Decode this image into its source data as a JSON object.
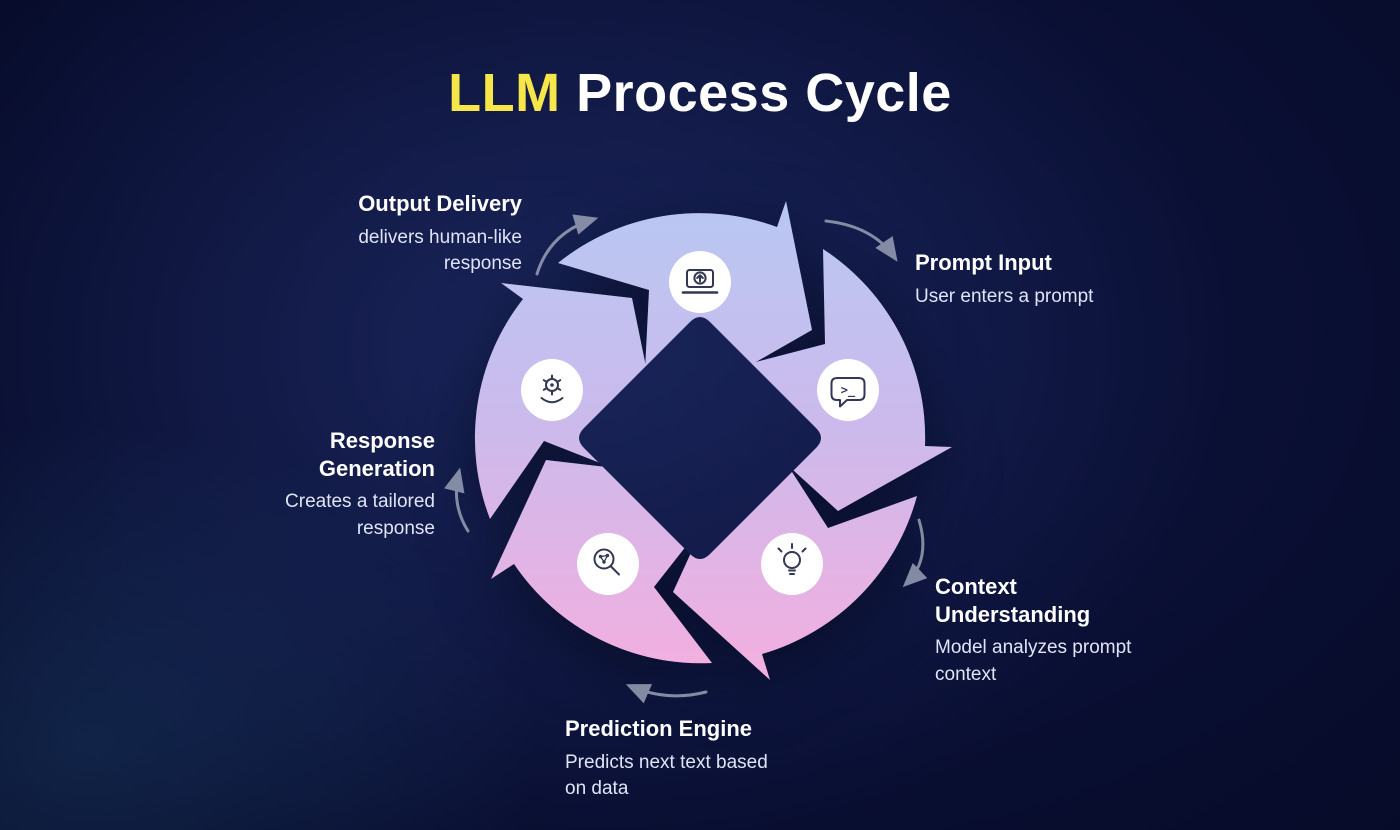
{
  "title": {
    "highlight": "LLM",
    "rest": " Process Cycle"
  },
  "stages": [
    {
      "name": "Prompt Input",
      "description": "User enters a prompt",
      "icon": "chat-prompt-icon",
      "icon_glyph": "&gt;_"
    },
    {
      "name": "Context Understanding",
      "description": "Model analyzes prompt context",
      "icon": "lightbulb-icon"
    },
    {
      "name": "Prediction Engine",
      "description": "Predicts next text based on data",
      "icon": "magnifier-network-icon"
    },
    {
      "name": "Response Generation",
      "description": "Creates a tailored response",
      "icon": "gear-hand-icon"
    },
    {
      "name": "Output Delivery",
      "description": "delivers human-like response",
      "icon": "laptop-upload-icon"
    }
  ],
  "colors": {
    "background": "#070c28",
    "title_highlight": "#f7e64a",
    "title_text": "#ffffff",
    "ring_gradient_top": "#b9c7f2",
    "ring_gradient_bottom": "#f6aede",
    "icon_circle_fill": "#ffffff",
    "icon_stroke": "#323854",
    "connector_arrow": "#98a0b6"
  }
}
